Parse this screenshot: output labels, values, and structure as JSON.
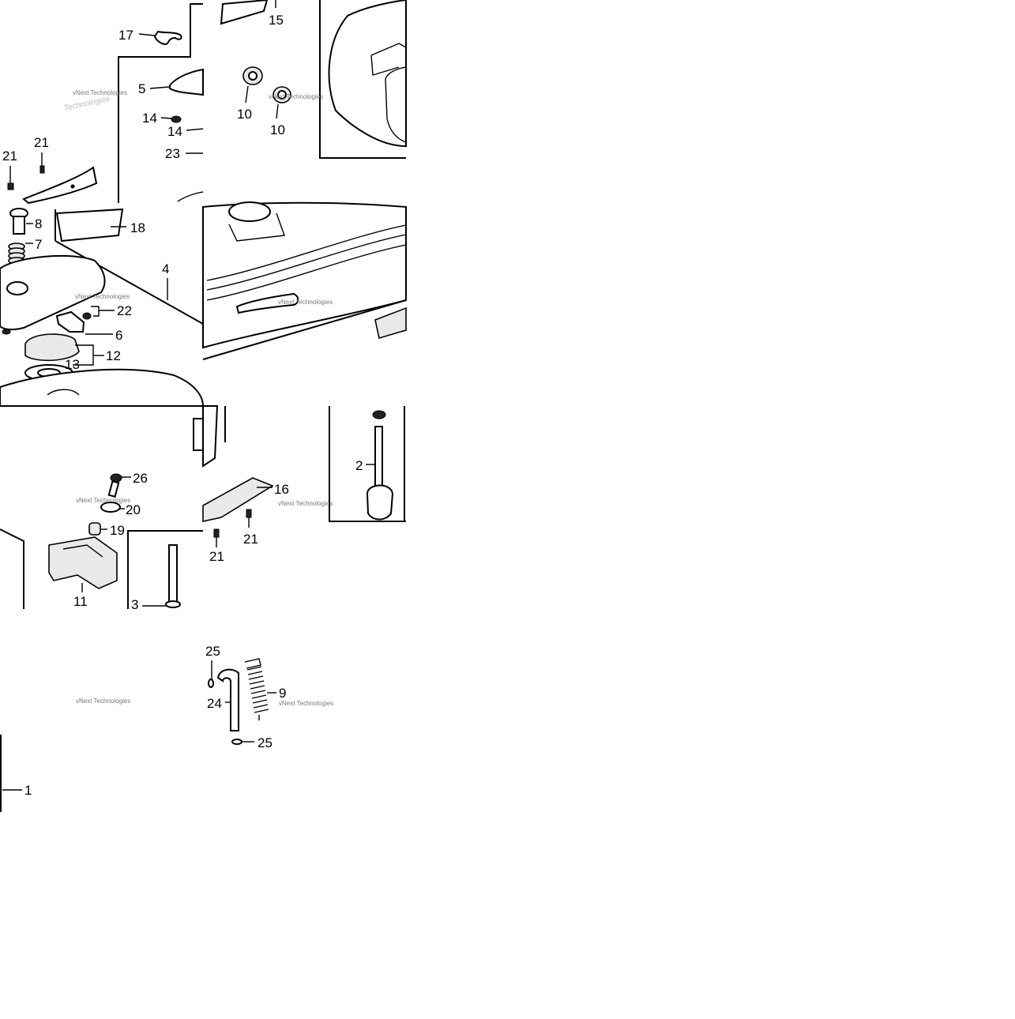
{
  "diagram": {
    "callouts": {
      "c1": "1",
      "c2": "2",
      "c3": "3",
      "c4": "4",
      "c5": "5",
      "c6": "6",
      "c7": "7",
      "c8": "8",
      "c9": "9",
      "c10a": "10",
      "c10b": "10",
      "c11": "11",
      "c12": "12",
      "c13": "13",
      "c14a": "14",
      "c14b": "14",
      "c15": "15",
      "c16": "16",
      "c17": "17",
      "c18": "18",
      "c19": "19",
      "c20": "20",
      "c21a": "21",
      "c21b": "21",
      "c21c": "21",
      "c21d": "21",
      "c22": "22",
      "c23": "23",
      "c24": "24",
      "c25a": "25",
      "c25b": "25",
      "c26": "26"
    },
    "watermark": {
      "line1": "vNext Technologies",
      "line2": "Technologies"
    }
  }
}
